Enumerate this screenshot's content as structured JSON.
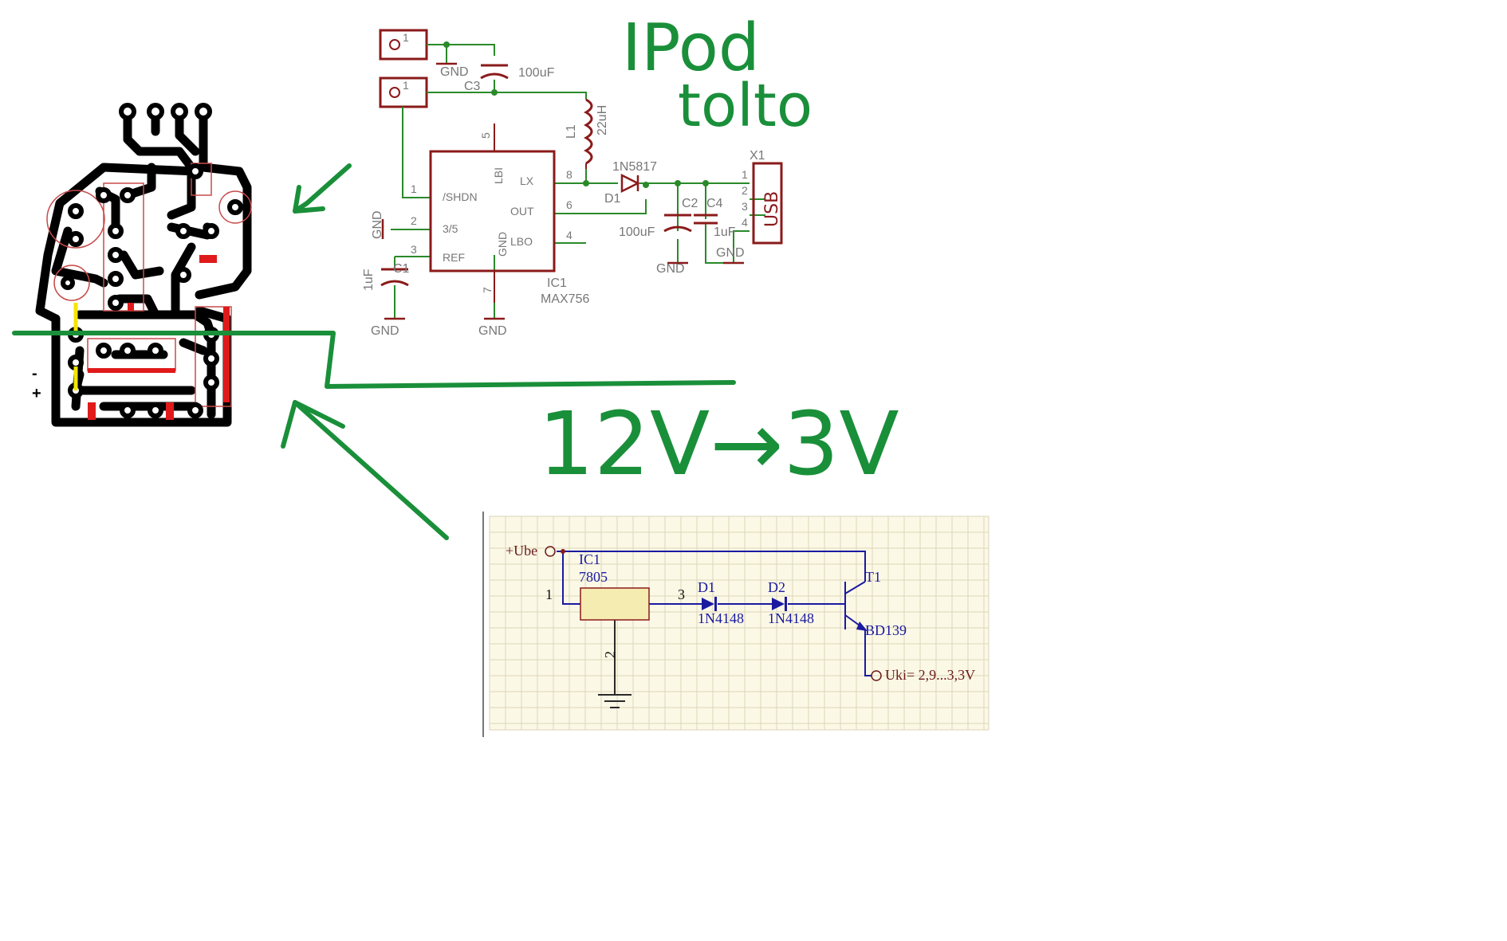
{
  "handwriting": {
    "title_line1": "IPod",
    "title_line2": "tolto",
    "conversion": "12V→3V"
  },
  "buck_schematic": {
    "ic": "IC1",
    "ic_part": "MAX756",
    "pins": {
      "lbi": "LBI",
      "shdn": "/SHDN",
      "three_five": "3/5",
      "ref": "REF",
      "gnd": "GND",
      "lx": "LX",
      "out": "OUT",
      "lbo": "LBO"
    },
    "pin_numbers": [
      "5",
      "1",
      "2",
      "3",
      "7",
      "8",
      "6",
      "4"
    ],
    "inductor": "L1",
    "inductor_value": "22uH",
    "diode": "D1",
    "diode_part": "1N5817",
    "c3": "C3",
    "c3_value": "100uF",
    "c2": "C2",
    "c2_value": "100uF",
    "c4": "C4",
    "c4_value": "1uF",
    "c1": "C1",
    "c1_value": "1uF",
    "connector": "X1",
    "usb": "USB",
    "gnd": "GND",
    "usb_pins": [
      "1",
      "2",
      "3",
      "4"
    ],
    "jack_pin": "1"
  },
  "linear_schematic": {
    "input": "+Ube",
    "ic": "IC1",
    "ic_part": "7805",
    "pin1": "1",
    "pin2": "2",
    "pin3": "3",
    "d1": "D1",
    "d1_part": "1N4148",
    "d2": "D2",
    "d2_part": "1N4148",
    "transistor": "T1",
    "transistor_part": "BD139",
    "output": "Uki= 2,9...3,3V"
  },
  "pcb": {
    "minus": "-",
    "plus": "+"
  },
  "colors": {
    "handwriting": "#1a8f3a",
    "schematic_red": "#8b1a1a",
    "schematic_green": "#2a8a2a",
    "linear_blue": "#1a1aa0",
    "grid_bg": "#fbf8e6"
  }
}
